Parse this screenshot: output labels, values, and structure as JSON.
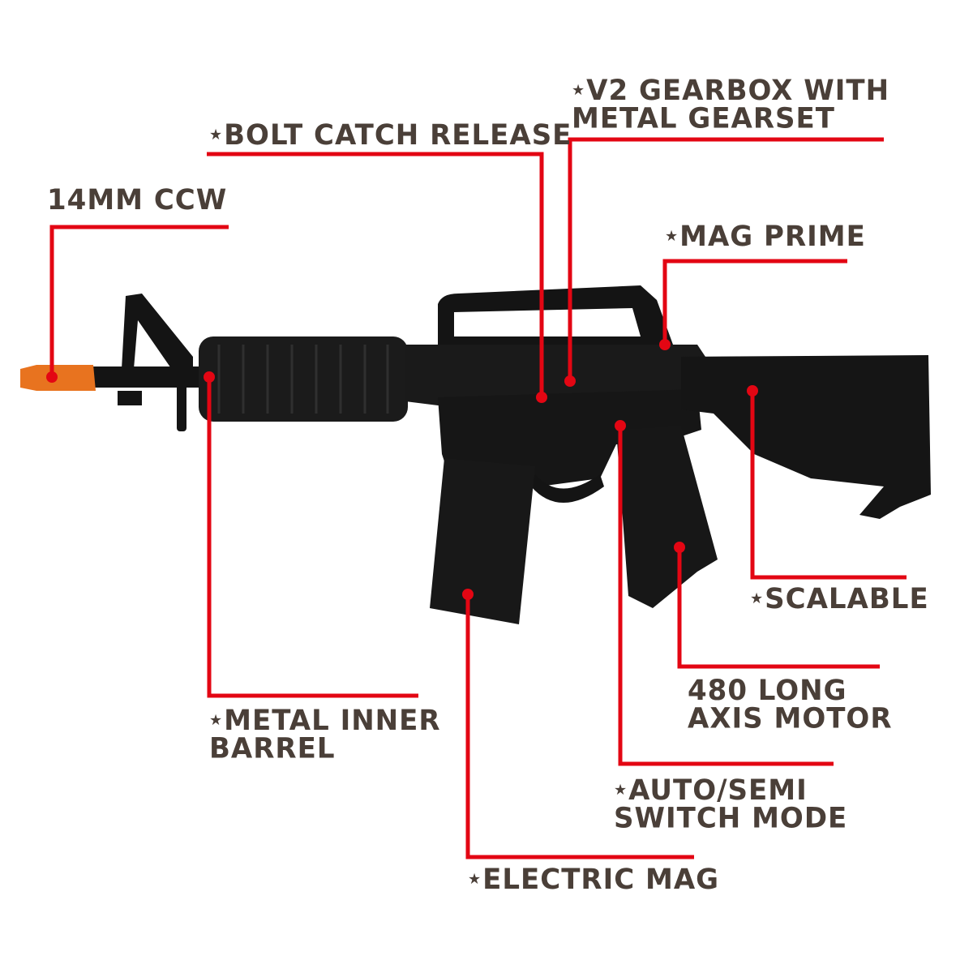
{
  "labels": {
    "flash_hider": "14MM CCW",
    "bolt_catch": "BOLT CATCH RELEASE",
    "gearbox_line1": "V2 GEARBOX WITH",
    "gearbox_line2": "METAL GEARSET",
    "mag_prime": "MAG PRIME",
    "scalable": "SCALABLE",
    "motor_line1": "480 LONG",
    "motor_line2": "AXIS MOTOR",
    "switch_line1": "AUTO/SEMI",
    "switch_line2": "SWITCH MODE",
    "electric_mag": "ELECTRIC MAG",
    "barrel_line1": "METAL INNER",
    "barrel_line2": "BARREL"
  },
  "star": "★",
  "colors": {
    "callout_line": "#e30613",
    "label_text": "#4a3f38",
    "rifle": "#141414",
    "flash_hider": "#e8731f"
  }
}
